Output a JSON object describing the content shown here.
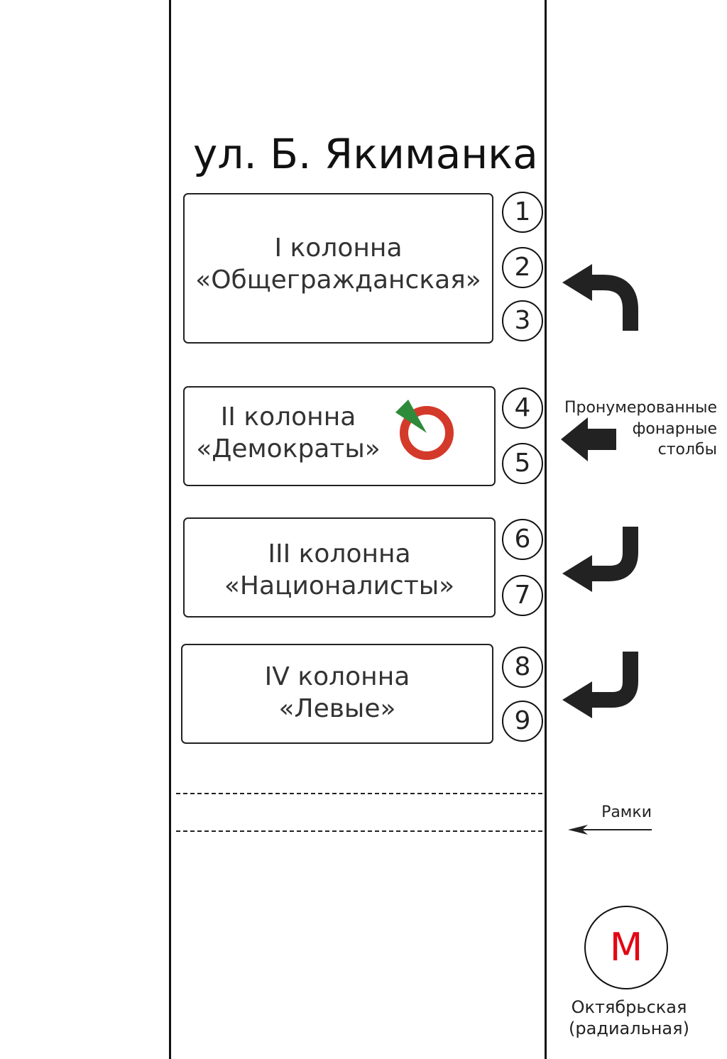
{
  "street": {
    "name": "ул. Б. Якиманка"
  },
  "columns": [
    {
      "line1": "I колонна",
      "line2": "«Общегражданская»"
    },
    {
      "line1": "II колонна",
      "line2": "«Демократы»"
    },
    {
      "line1": "III колонна",
      "line2": "«Националисты»"
    },
    {
      "line1": "IV колонна",
      "line2": "«Левые»"
    }
  ],
  "posts": [
    "1",
    "2",
    "3",
    "4",
    "5",
    "6",
    "7",
    "8",
    "9"
  ],
  "legend": {
    "posts_line1": "Пронумерованные",
    "posts_line2": "фонарные",
    "posts_line3": "столбы",
    "frames": "Рамки"
  },
  "metro": {
    "letter": "М",
    "station_line1": "Октябрьская",
    "station_line2": "(радиальная)"
  },
  "colors": {
    "metro_red": "#e30613",
    "logo_red": "#d43a2a",
    "logo_green": "#2e8b3a",
    "arrow": "#222222"
  }
}
